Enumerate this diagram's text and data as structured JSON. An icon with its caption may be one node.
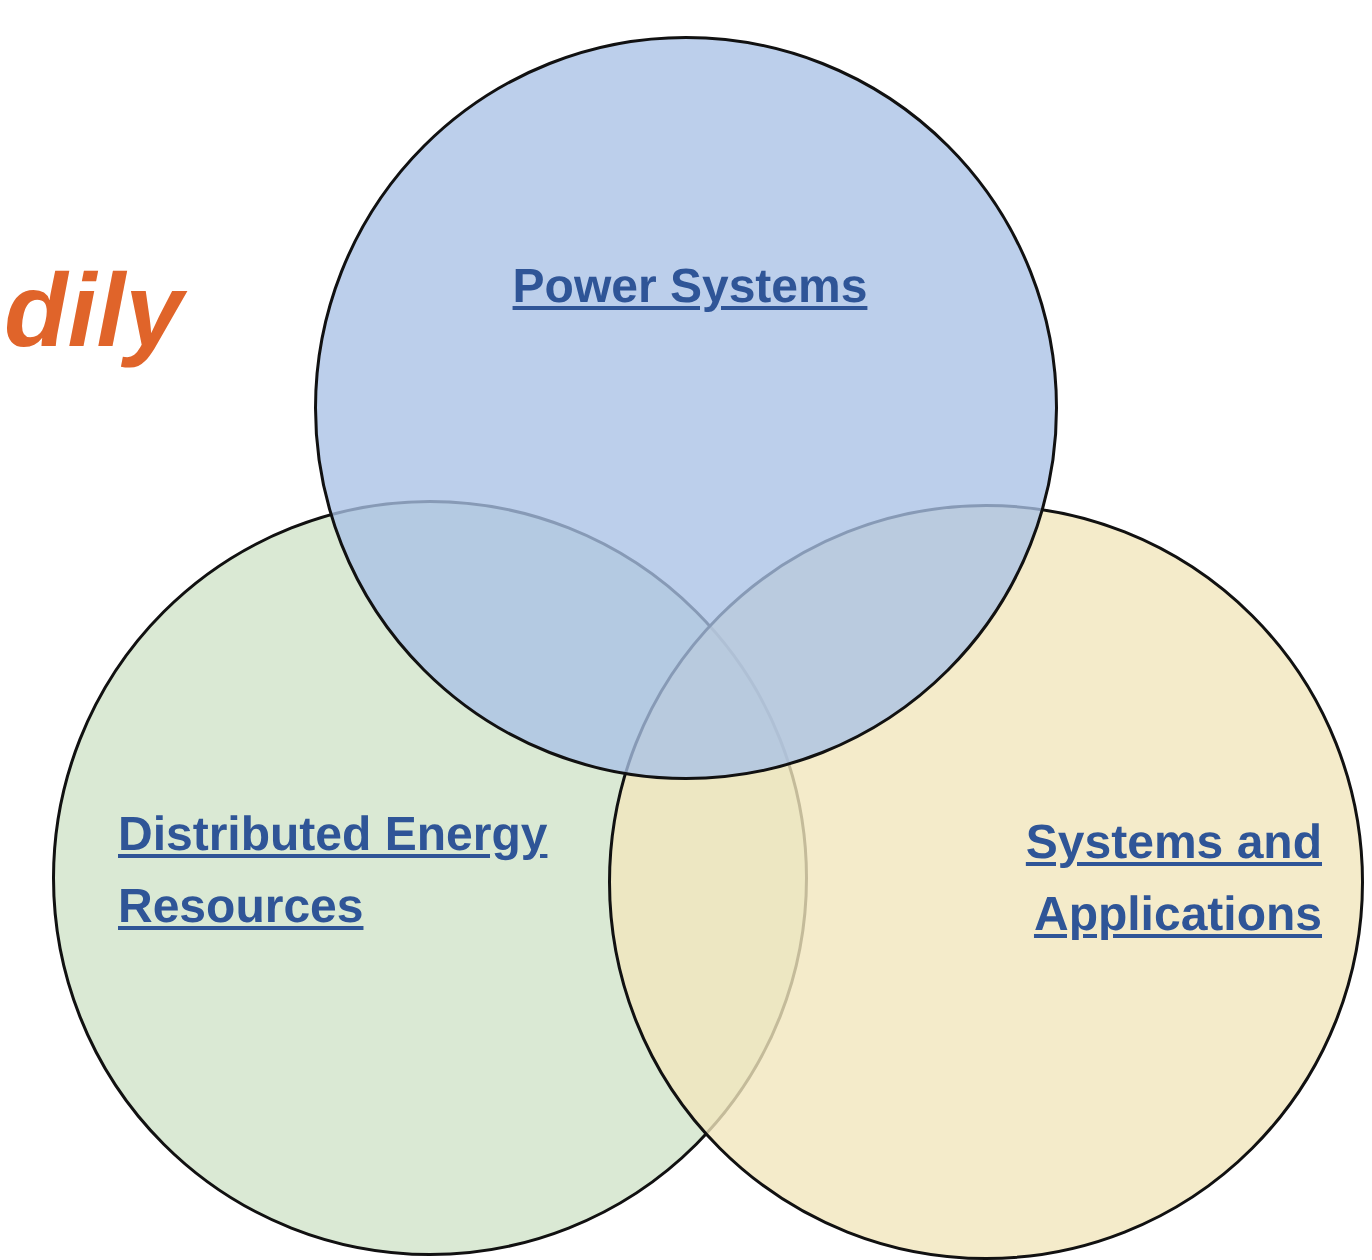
{
  "diagram": {
    "nodes": [
      {
        "text": [
          "Power Systems"
        ]
      },
      {
        "text": [
          "Distributed Energy Resources"
        ]
      },
      {
        "text": [
          "Systems and Applications"
        ]
      }
    ],
    "labels": [
      "dily"
    ]
  }
}
